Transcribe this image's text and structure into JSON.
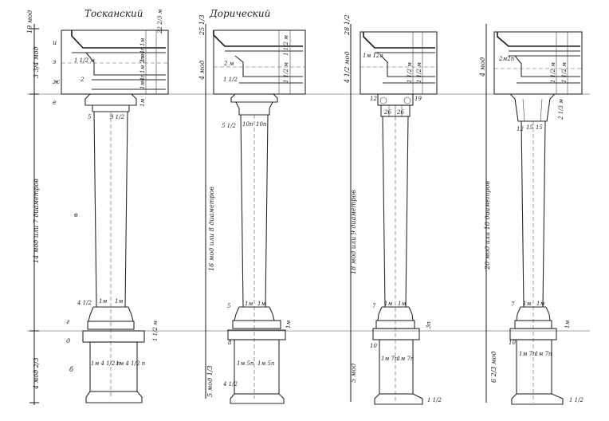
{
  "titles": {
    "tuscan": "Тосканский",
    "doric": "Дорический"
  },
  "left_scale": {
    "top": "19 мод",
    "entablature": "3 3/4 мод",
    "shaft": "14 мод или 7 диаметров",
    "pedestal": "4 мод 2/3"
  },
  "letters": {
    "i": "и",
    "z": "з",
    "zh": "ж",
    "e": "е",
    "v": "в",
    "g": "г",
    "d": "д",
    "b": "б"
  },
  "tuscan_dims": {
    "top": "22 2/3 м",
    "m1": "1м",
    "m2": "1м4п",
    "m3": "1м 2п",
    "m4": "1м4п",
    "left1": "1 1/2 м",
    "left2": "2",
    "cap1": "5",
    "cap2": "9 1/2",
    "cap3": "1м",
    "base1": "4 1/2",
    "base2": "1м",
    "base3": "1м",
    "base4": "1 1/2 м",
    "ped1": "1м 4 1/2 п",
    "ped2": "1м 4 1/2 п"
  },
  "doric_dims": {
    "top": "25 1/3",
    "ent": "4 мод",
    "m1": "1 1/2 м",
    "m2": "1 1/2 м",
    "left1": "2 м",
    "left2": "1 1/2",
    "cap1": "5 1/2",
    "cap2": "10п",
    "cap3": "10п",
    "shaft": "16 мод или 8 диаметров",
    "base1": "5",
    "base2": "1м",
    "base3": "1м",
    "base4": "1м",
    "ped_side": "8",
    "ped1": "1м 5п",
    "ped2": "1м 5п",
    "ped_h": "5 мод 1/3",
    "ped_low": "4 1/2"
  },
  "ionic_dims": {
    "top": "28 1/2",
    "ent": "4 1/2 мод",
    "m1": "1м 12п",
    "m2": "1 1/2 м",
    "m3": "1 1/2 м",
    "cap1": "12",
    "cap2": "19",
    "cap3": "26",
    "cap4": "26",
    "shaft": "18 мод или 9 диаметров",
    "base1": "7",
    "base2": "1м",
    "base3": "1м",
    "base4": "3п",
    "ped_side": "10",
    "ped1": "1м 7п",
    "ped2": "1м 7п",
    "ped_h": "5 мод",
    "ped_low": "1 1/2"
  },
  "corinthian_dims": {
    "top": "",
    "ent": "4 мод",
    "m1": "2м2п",
    "m2": "1 1/2 м",
    "m3": "1 1/2 м",
    "cap1": "12",
    "cap2": "15",
    "cap3": "15",
    "cap4": "2 1/3 м",
    "shaft": "20 мод или 10 диаметров",
    "base1": "7",
    "base2": "1м",
    "base3": "1м",
    "base4": "1м",
    "ped_side": "10",
    "ped1": "1м 7п",
    "ped2": "1м 7п",
    "ped_h": "6 2/3 мод",
    "ped_low": "1 1/2"
  }
}
